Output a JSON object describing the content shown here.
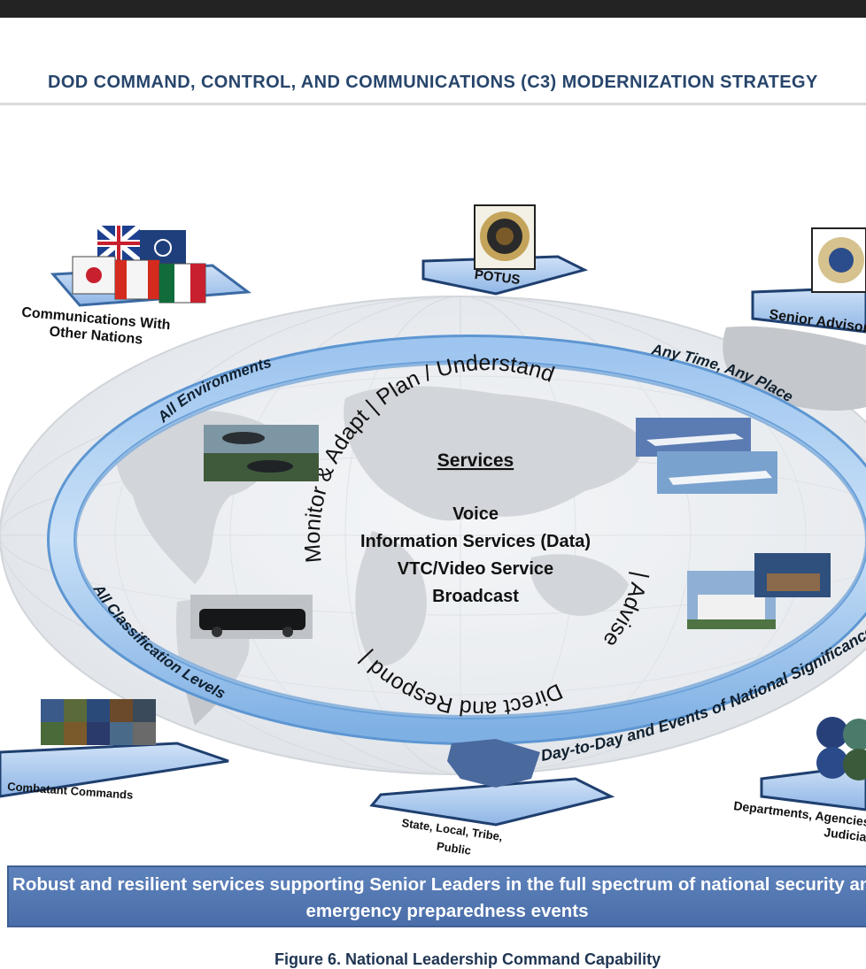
{
  "document": {
    "header": "DOD COMMAND, CONTROL, AND COMMUNICATIONS (C3) MODERNIZATION STRATEGY",
    "caption": "Figure 6. National Leadership Command Capability"
  },
  "diagram": {
    "ring_labels": {
      "top_left": "All Environments",
      "top_right": "Any Time, Any Place",
      "left": "All Classification Levels",
      "bottom_right": "Day-to-Day and Events of National Significance"
    },
    "cycle_text": {
      "top": "Monitor & Adapt | Plan / Understand",
      "right": "| Advise",
      "bottom": "Direct and Respond |"
    },
    "services": {
      "title": "Services",
      "items": [
        "Voice",
        "Information Services (Data)",
        "VTC/Video Service",
        "Broadcast"
      ]
    },
    "nodes": {
      "other_nations": "Communications With\nOther Nations",
      "potus": "POTUS",
      "senior_advisors": "Senior Advisors",
      "combatant_commands": "Combatant Commands",
      "state_local": "State, Local, Tribe,\nPublic",
      "departments": "Departments, Agencies,\nJudicial"
    },
    "banner": {
      "line1": "Robust and resilient services supporting Senior Leaders in the full spectrum of national security and",
      "line2": "emergency preparedness events"
    },
    "colors": {
      "header_text": "#27456b",
      "ring": "#6ea4dd",
      "platform": "#a9c8ef",
      "banner": "#5a7fb9",
      "map": "#c7c9cc"
    }
  }
}
